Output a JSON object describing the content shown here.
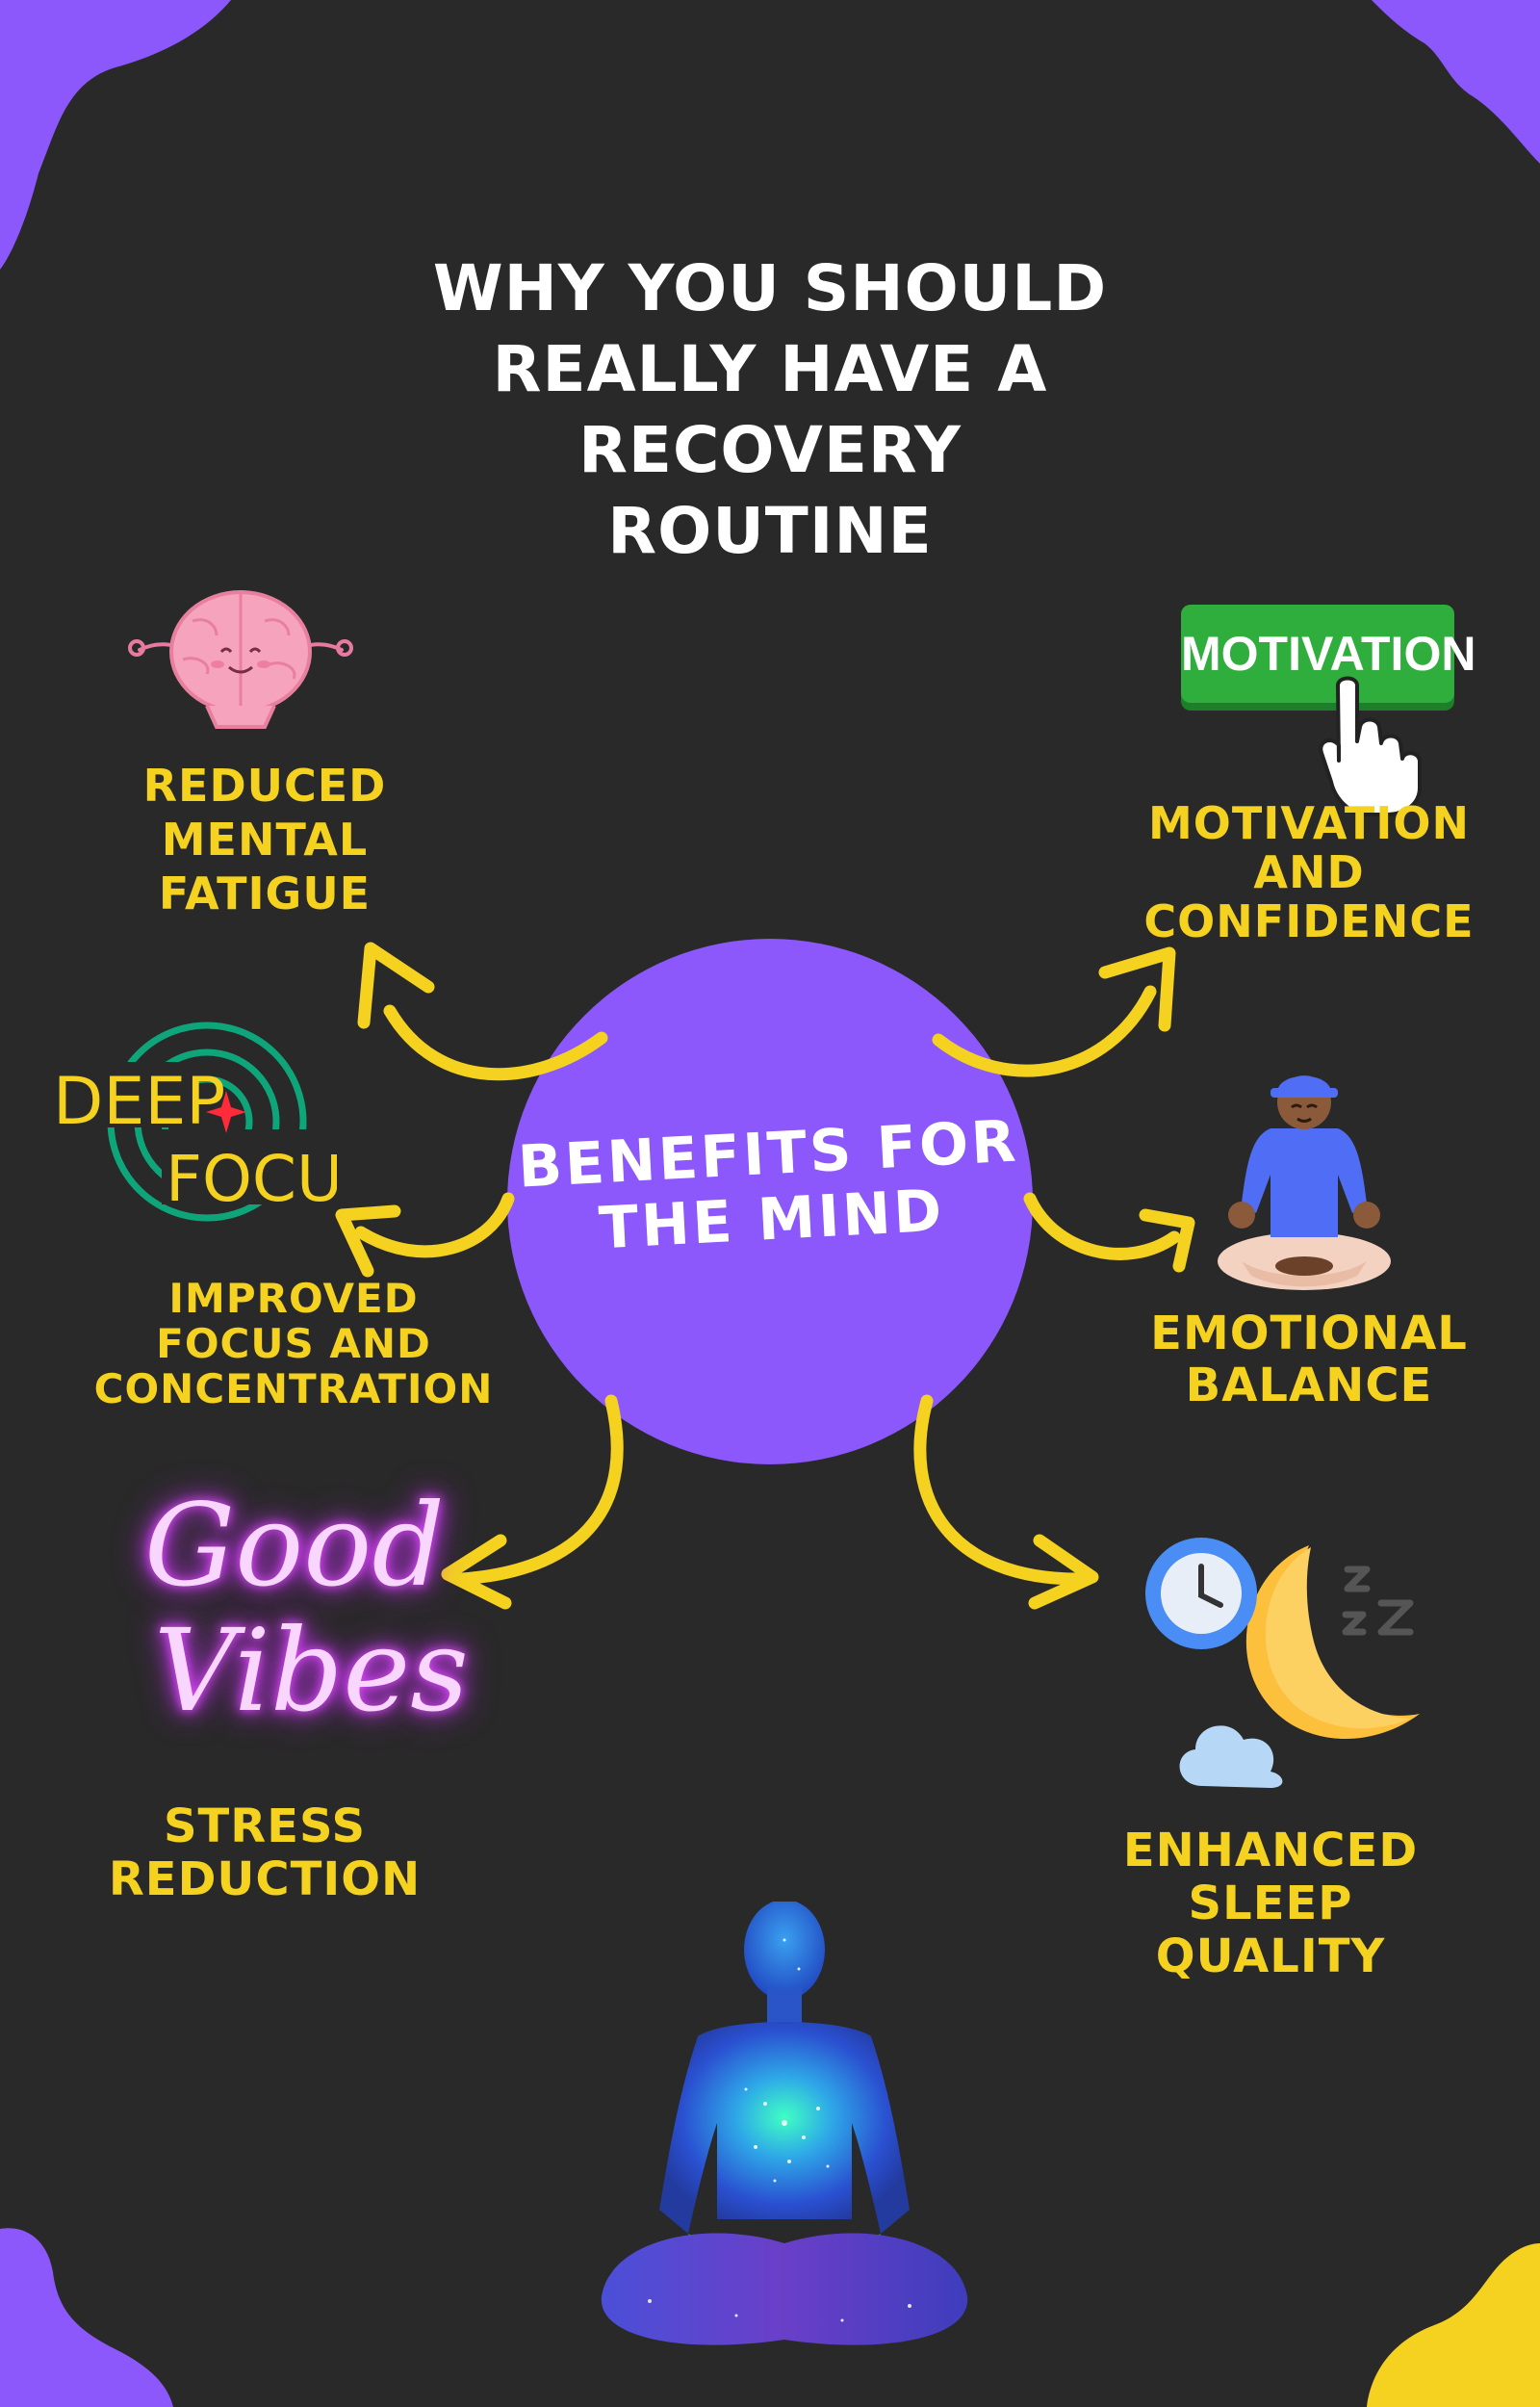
{
  "page": {
    "title": "WHY YOU SHOULD REALLY HAVE A RECOVERY ROUTINE",
    "title_lines": [
      "WHY YOU SHOULD",
      "REALLY HAVE A",
      "RECOVERY",
      "ROUTINE"
    ]
  },
  "center": {
    "lines": [
      "BENEFITS FOR",
      "THE MIND"
    ]
  },
  "benefits": {
    "mental_fatigue": {
      "lines": [
        "REDUCED",
        "MENTAL",
        "FATIGUE"
      ],
      "icon": "brain-icon"
    },
    "motivation": {
      "lines": [
        "MOTIVATION",
        "AND",
        "CONFIDENCE"
      ],
      "icon": "motivation-button-icon",
      "button_text": "MOTIVATION"
    },
    "focus": {
      "lines": [
        "IMPROVED",
        "FOCUS AND",
        "CONCENTRATION"
      ],
      "icon": "deep-focus-icon",
      "logo_text_1": "DEEP",
      "logo_text_2": "FOCUS"
    },
    "emotional": {
      "lines": [
        "EMOTIONAL",
        "BALANCE"
      ],
      "icon": "meditating-person-icon"
    },
    "stress": {
      "lines": [
        "STRESS",
        "REDUCTION"
      ],
      "icon": "good-vibes-neon-icon",
      "neon_1": "Good",
      "neon_2": "Vibes"
    },
    "sleep": {
      "lines": [
        "ENHANCED",
        "SLEEP",
        "QUALITY"
      ],
      "icon": "moon-clock-icon"
    }
  },
  "colors": {
    "background": "#292929",
    "accent_purple": "#8c57fb",
    "accent_yellow": "#f4d21f",
    "title_white": "#ffffff"
  }
}
